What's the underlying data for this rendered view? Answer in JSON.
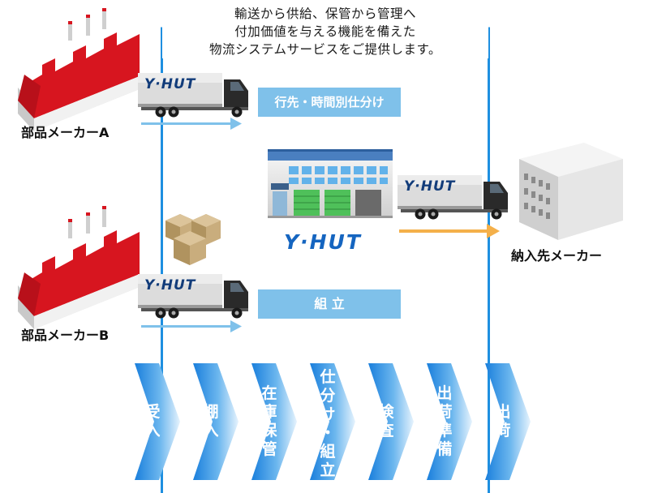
{
  "caption": {
    "line1": "輸送から供給、保管から管理へ",
    "line2": "付加価値を与える機能を備えた",
    "line3": "物流システムサービスをご提供します。"
  },
  "suppliers": {
    "a": "部品メーカーA",
    "b": "部品メーカーB"
  },
  "destination": "納入先メーカー",
  "services": {
    "sorting": "行先・時間別仕分け",
    "assembly": "組 立"
  },
  "brand": "Y·HUT",
  "steps": [
    "受入",
    "棚入",
    "在庫保管",
    "仕分け・組立",
    "検査",
    "出荷準備",
    "出荷"
  ],
  "colors": {
    "frame": "#1e8fe0",
    "arrow_blue": "#7fc1ea",
    "arrow_orange": "#f4b04a",
    "factory_roof": "#d7151f",
    "warehouse_door": "#4fc05a",
    "step_dark": "#1a7fdc",
    "step_light": "#e6f3fd"
  }
}
